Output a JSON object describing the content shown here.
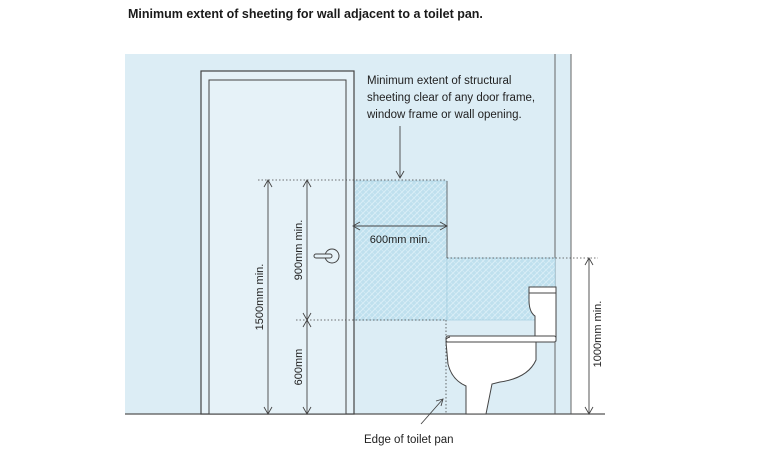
{
  "title": "Minimum extent of sheeting for wall adjacent to a toilet pan.",
  "callout": {
    "lines": [
      "Minimum extent of structural",
      "sheeting clear of any door frame,",
      "window frame or wall opening."
    ]
  },
  "dimensions": {
    "d1500": "1500mm min.",
    "d900": "900mm min.",
    "d600_vertical": "600mm",
    "d600_horizontal": "600mm min.",
    "d1000": "1000mm min."
  },
  "toilet_label": "Edge of toilet pan",
  "colors": {
    "wall": "#dcedf5",
    "door": "#e6f2f8",
    "sheeting": "#bfe0ee",
    "lines": "#444444"
  }
}
